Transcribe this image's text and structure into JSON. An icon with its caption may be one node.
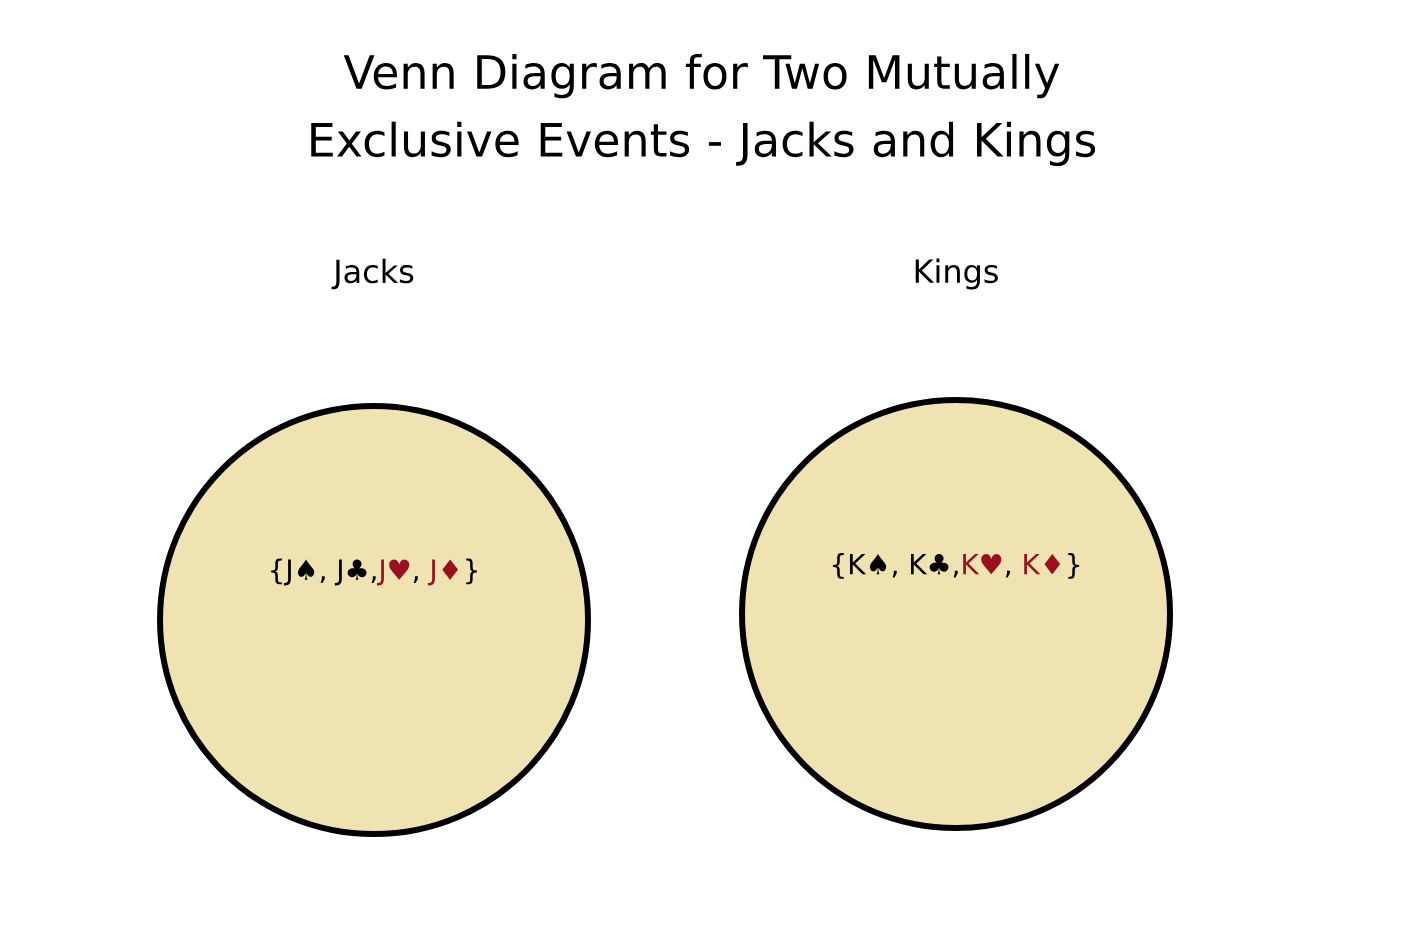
{
  "diagram": {
    "title": "Venn Diagram for Two Mutually Exclusive Events - Jacks and Kings",
    "nodes": [
      {
        "text": [
          "Jacks",
          "{J♠, J♣,",
          "J♥",
          ",",
          "J♦",
          "}"
        ]
      },
      {
        "text": [
          "Kings",
          "{K♠, K♣,",
          "K♥",
          ",",
          "K♦",
          "}"
        ]
      }
    ]
  }
}
